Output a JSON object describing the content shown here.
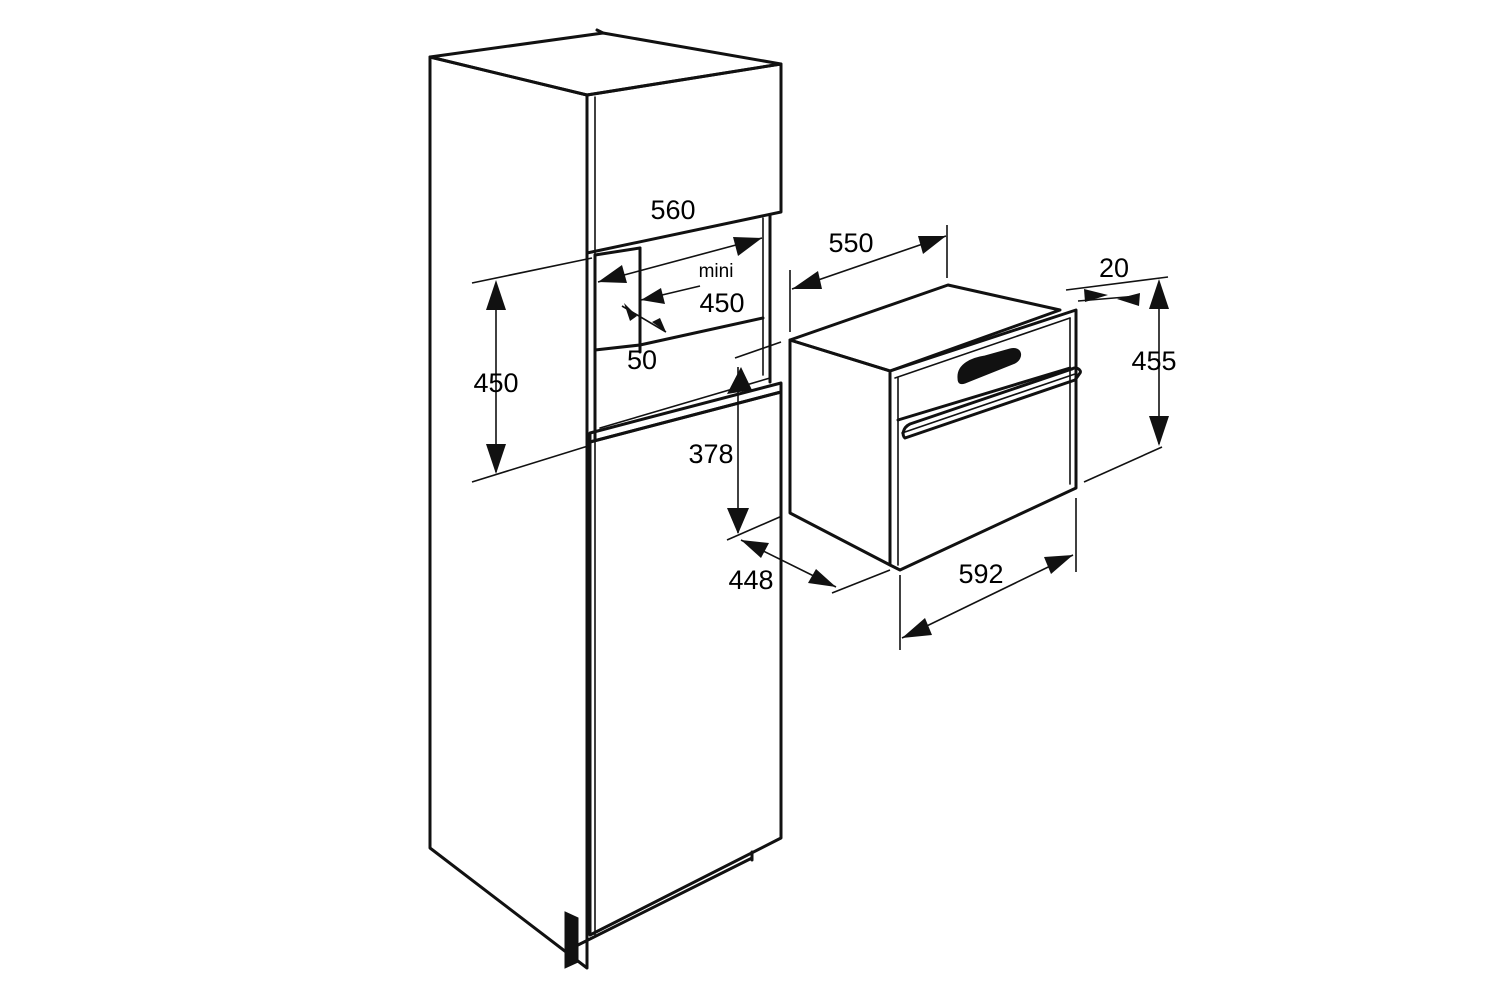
{
  "diagram": {
    "dimensions": {
      "niche_width": "560",
      "min_label": "mini",
      "niche_depth": "450",
      "gap": "50",
      "niche_height": "450",
      "floor_height": "378",
      "oven_depth": "550",
      "panel_thickness": "20",
      "oven_height": "455",
      "body_depth": "448",
      "oven_width": "592"
    }
  }
}
